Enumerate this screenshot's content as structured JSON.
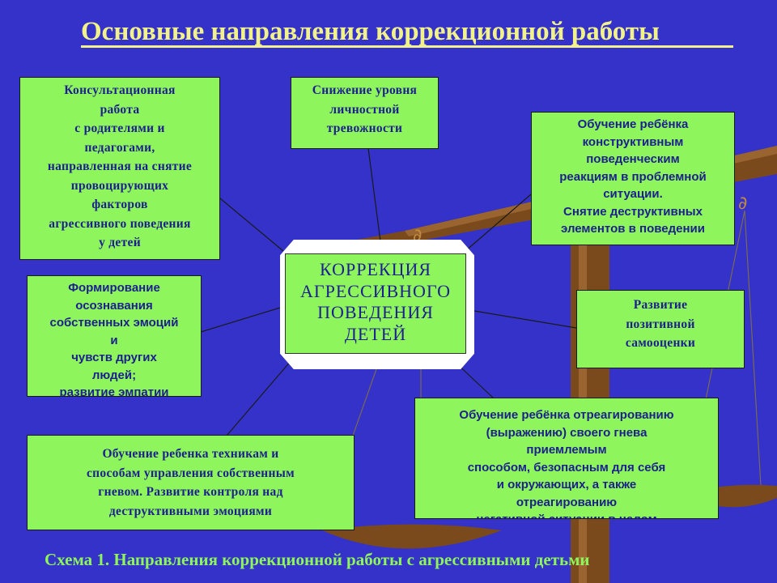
{
  "title": "Основные направления коррекционной работы",
  "center": [
    "КОРРЕКЦИЯ",
    "АГРЕССИВНОГО",
    "ПОВЕДЕНИЯ",
    "ДЕТЕЙ"
  ],
  "boxes": {
    "consult": [
      "Консультационная",
      "работа",
      "с родителями и",
      "педагогами,",
      "направленная на снятие",
      "провоцирующих",
      "факторов",
      "агрессивного поведения",
      "у детей"
    ],
    "anxiety": [
      "Снижение уровня",
      "личностной",
      "тревожности"
    ],
    "constructive": [
      "Обучение ребёнка",
      "конструктивным",
      "поведенческим",
      "реакциям в проблемной",
      "ситуации.",
      "Снятие деструктивных",
      "элементов в поведении"
    ],
    "awareness": [
      "Формирование",
      "осознавания",
      "собственных эмоций",
      "и",
      "чувств других",
      "людей;",
      "развитие эмпатии"
    ],
    "selfesteem": [
      "Развитие",
      "позитивной",
      "самооценки"
    ],
    "anger_techniques": [
      "Обучение ребенка техникам и",
      "способам управления собственным",
      "гневом. Развитие контроля над",
      "деструктивными эмоциями"
    ],
    "anger_expression": [
      "Обучение ребёнка отреагированию",
      "(выражению) своего гнева",
      "приемлемым",
      "способом, безопасным для себя",
      "и окружающих, а также",
      "отреагированию",
      "негативной ситуации в целом"
    ]
  },
  "caption": "Схема 1.  Направления коррекционной работы с агрессивными детьми",
  "colors": {
    "background": "#3432c8",
    "box": "#8ef55c",
    "text": "#1c1f8e",
    "title": "#f2f28a",
    "scale": "#7a4a1c"
  }
}
